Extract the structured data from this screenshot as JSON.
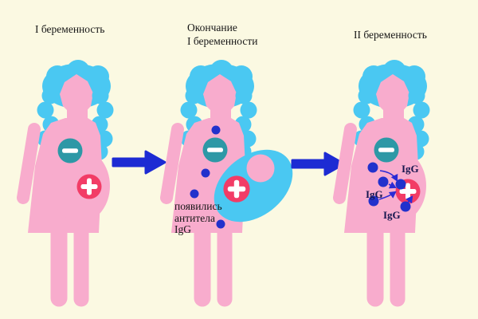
{
  "background_color": "#FBF9E2",
  "colors": {
    "body_pink": "#F8ACCD",
    "hair_blue": "#4AC8F2",
    "rh_negative_teal": "#2D98A6",
    "rh_positive_red": "#F23C66",
    "progression_arrow_blue": "#1D2BD3",
    "antibody_dot_blue": "#2231CC",
    "text_dark": "#161616",
    "igg_label_navy": "#16164E"
  },
  "icons": {
    "minus_badge": "rh-negative-minus",
    "plus_badge": "rh-positive-plus",
    "antibody_dot": "igg-antibody-dot",
    "big_arrow": "progression-arrow",
    "thin_arrow": "antibody-attack-arrow"
  },
  "panels": [
    {
      "title": "I беременность"
    },
    {
      "title_line1": "Окончание",
      "title_line2": "I беременности",
      "caption": {
        "line1": "появились",
        "line2": "антитела",
        "line3": "IgG"
      }
    },
    {
      "title": "II беременность",
      "igg_labels": [
        "IgG",
        "IgG",
        "IgG"
      ]
    }
  ]
}
